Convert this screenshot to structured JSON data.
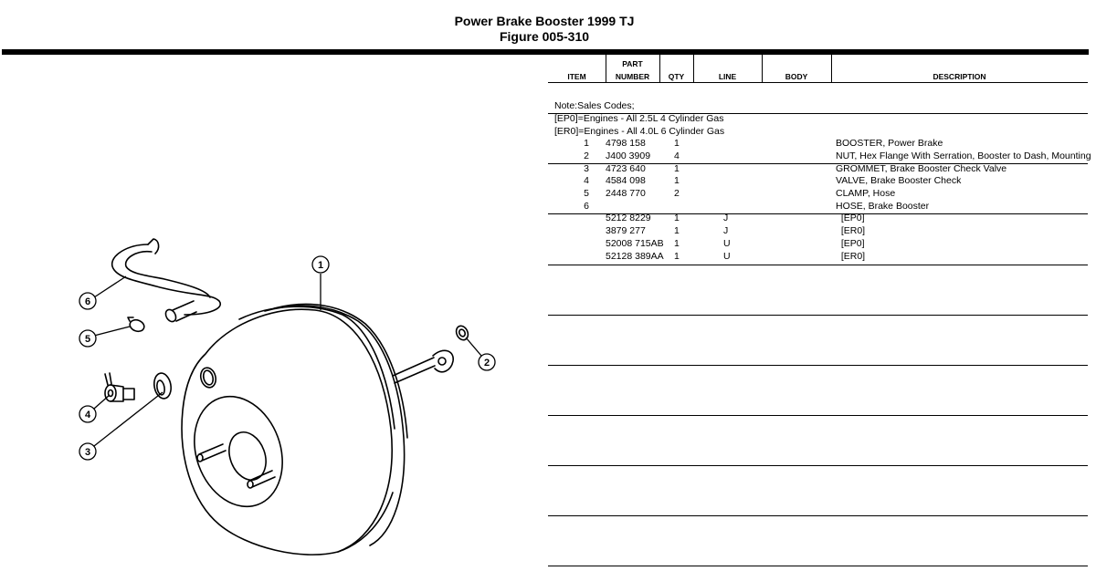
{
  "header": {
    "title": "Power Brake Booster 1999 TJ",
    "figure": "Figure 005-310"
  },
  "table": {
    "columns": {
      "item": "ITEM",
      "part_number_top": "PART",
      "part_number_bottom": "NUMBER",
      "qty": "QTY",
      "line": "LINE",
      "body": "BODY",
      "description": "DESCRIPTION"
    },
    "notes": [
      "Note:Sales Codes;",
      "[EP0]=Engines - All 2.5L 4 Cylinder Gas",
      "[ER0]=Engines - All 4.0L 6 Cylinder Gas"
    ],
    "rows": [
      {
        "item": "1",
        "part": "4798 158",
        "qty": "1",
        "line": "",
        "body": "",
        "desc": "BOOSTER, Power Brake"
      },
      {
        "item": "2",
        "part": "J400 3909",
        "qty": "4",
        "line": "",
        "body": "",
        "desc": "NUT, Hex Flange With Serration, Booster to Dash, Mounting"
      },
      {
        "item": "3",
        "part": "4723 640",
        "qty": "1",
        "line": "",
        "body": "",
        "desc": "GROMMET, Brake Booster Check Valve"
      },
      {
        "item": "4",
        "part": "4584 098",
        "qty": "1",
        "line": "",
        "body": "",
        "desc": "VALVE, Brake Booster Check"
      },
      {
        "item": "5",
        "part": "2448 770",
        "qty": "2",
        "line": "",
        "body": "",
        "desc": "CLAMP, Hose"
      },
      {
        "item": "6",
        "part": "",
        "qty": "",
        "line": "",
        "body": "",
        "desc": "HOSE, Brake Booster"
      },
      {
        "item": "",
        "part": "5212 8229",
        "qty": "1",
        "line": "J",
        "body": "",
        "desc": "  [EP0]"
      },
      {
        "item": "",
        "part": "3879 277",
        "qty": "1",
        "line": "J",
        "body": "",
        "desc": "  [ER0]"
      },
      {
        "item": "",
        "part": "52008 715AB",
        "qty": "1",
        "line": "U",
        "body": "",
        "desc": "  [EP0]"
      },
      {
        "item": "",
        "part": "52128 389AA",
        "qty": "1",
        "line": "U",
        "body": "",
        "desc": "  [ER0]"
      }
    ]
  },
  "diagram": {
    "callouts": [
      "1",
      "2",
      "3",
      "4",
      "5",
      "6"
    ]
  }
}
